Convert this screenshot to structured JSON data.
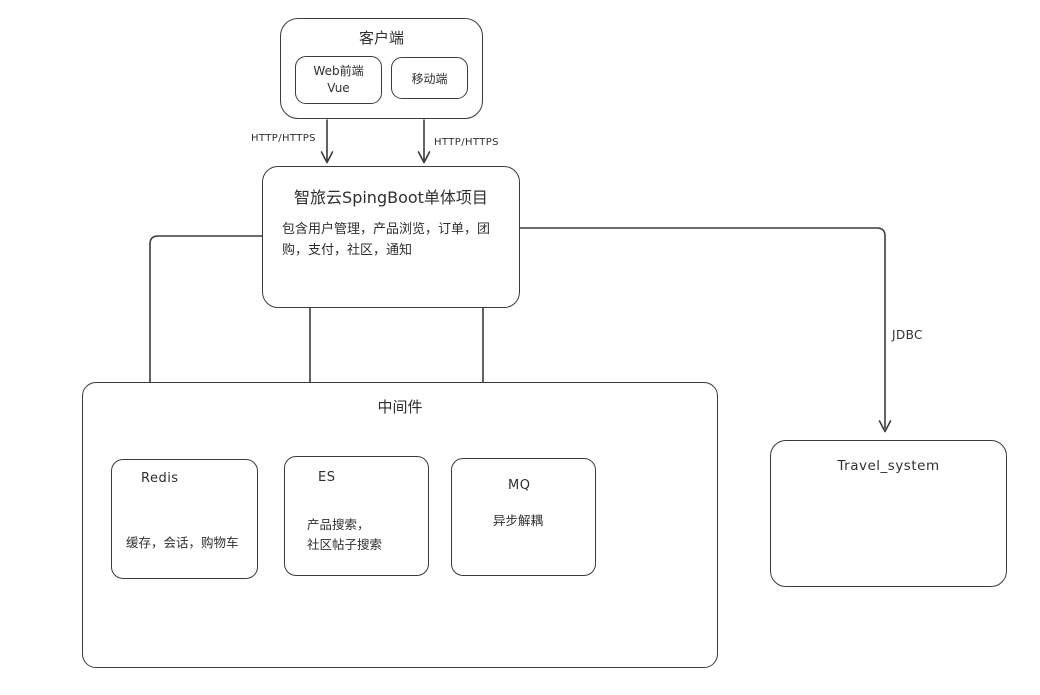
{
  "colors": {
    "stroke": "#3b3b3b",
    "background": "#ffffff"
  },
  "client": {
    "title": "客户端",
    "web_frontend_label": "Web前端\nVue",
    "mobile_label": "移动端"
  },
  "connections": {
    "web_to_monolith": "HTTP/HTTPS",
    "mobile_to_monolith": "HTTP/HTTPS",
    "monolith_to_travel": "JDBC"
  },
  "monolith": {
    "title": "智旅云SpingBoot单体项目",
    "description": "包含用户管理，产品浏览，订单，团\n购，支付，社区，通知"
  },
  "middleware": {
    "title": "中间件",
    "redis": {
      "title": "Redis",
      "description": "缓存，会话，购物车"
    },
    "es": {
      "title": "ES",
      "description": "产品搜索，\n社区帖子搜索"
    },
    "mq": {
      "title": "MQ",
      "description": "异步解耦"
    }
  },
  "database": {
    "title": "Travel_system"
  }
}
